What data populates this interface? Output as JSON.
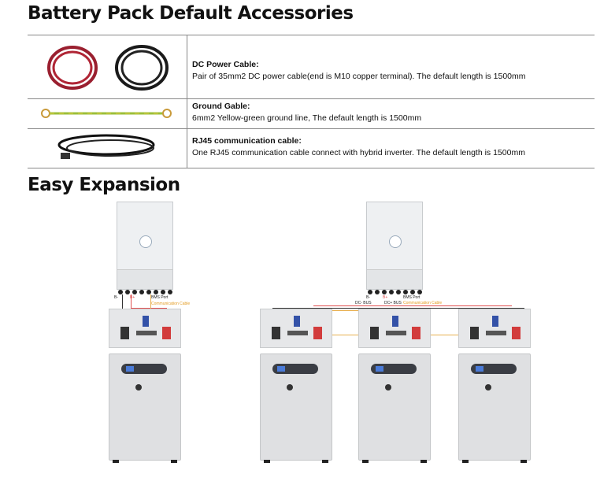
{
  "accessories": {
    "title": "Battery Pack Default Accessories",
    "rows": [
      {
        "name": "DC Power Cable:",
        "desc": "Pair of 35mm2 DC power cable(end is M10 copper terminal). The default length is 1500mm",
        "icon": "dc-power-cable-image"
      },
      {
        "name": "Ground Gable:",
        "desc": "6mm2 Yellow-green ground line, The default length is 1500mm",
        "icon": "ground-cable-image"
      },
      {
        "name": "RJ45 communication cable:",
        "desc": "One RJ45 communication cable connect with hybrid inverter. The default length is 1500mm",
        "icon": "rj45-cable-image"
      }
    ]
  },
  "expansion": {
    "title": "Easy Expansion",
    "labels": {
      "b_minus": "B-",
      "b_plus": "B+",
      "bms_port": "BMS Port",
      "comm_cable": "Communication Cable",
      "dc_minus_bus": "DC- BUS",
      "dc_plus_bus": "DC+ BUS"
    }
  },
  "colors": {
    "power_positive": "#e05050",
    "power_negative": "#333333",
    "communication": "#e8b050"
  }
}
